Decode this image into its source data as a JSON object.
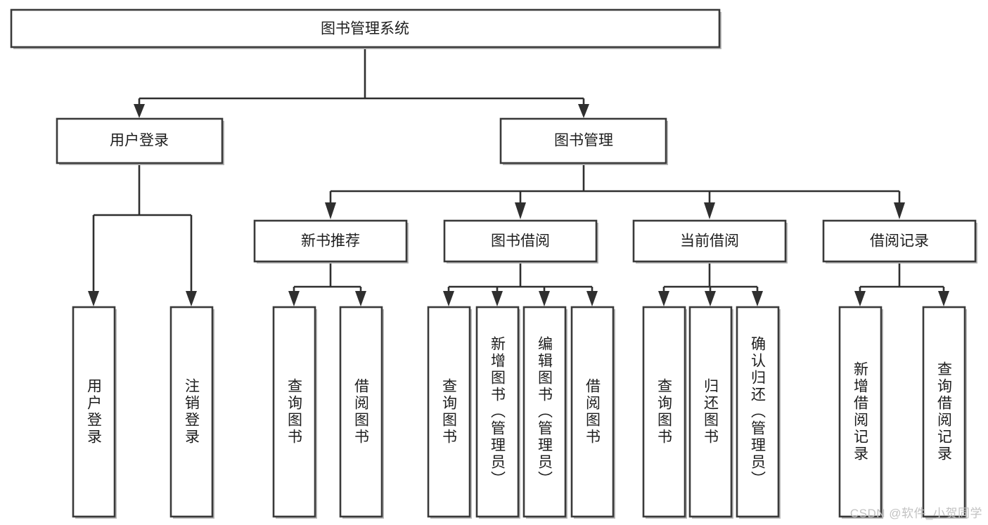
{
  "diagram": {
    "title": "图书管理系统",
    "type": "tree-hierarchy-chart",
    "watermark": "CSDN @软件_小贺同学",
    "root": {
      "label": "图书管理系统"
    },
    "level2": [
      {
        "label": "用户登录"
      },
      {
        "label": "图书管理"
      }
    ],
    "level3": [
      {
        "label": "新书推荐"
      },
      {
        "label": "图书借阅"
      },
      {
        "label": "当前借阅"
      },
      {
        "label": "借阅记录"
      }
    ],
    "leaves": {
      "user_login": [
        {
          "label": "用户登录"
        },
        {
          "label": "注销登录"
        }
      ],
      "new_book_recommend": [
        {
          "label": "查询图书"
        },
        {
          "label": "借阅图书"
        }
      ],
      "book_borrow": [
        {
          "label": "查询图书"
        },
        {
          "label": "新增图书（管理员）"
        },
        {
          "label": "编辑图书（管理员）"
        },
        {
          "label": "借阅图书"
        }
      ],
      "current_borrow": [
        {
          "label": "查询图书"
        },
        {
          "label": "归还图书"
        },
        {
          "label": "确认归还（管理员）"
        }
      ],
      "borrow_record": [
        {
          "label": "新增借阅记录"
        },
        {
          "label": "查询借阅记录"
        }
      ]
    },
    "colors": {
      "box_stroke": "#3a3a3a",
      "box_fill": "#ffffff",
      "line": "#2f2f2f",
      "text": "#1d1d1d",
      "watermark": "#c2c2c2",
      "shadow": "#b9b9b9"
    }
  }
}
